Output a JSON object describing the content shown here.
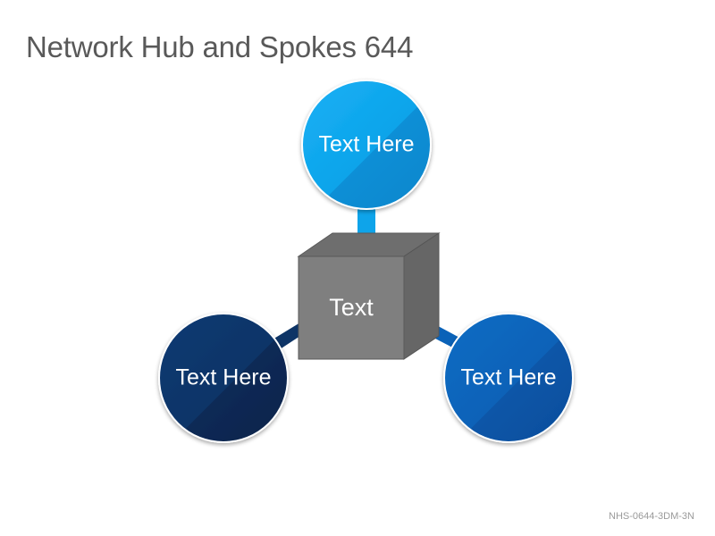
{
  "title": "Network Hub and Spokes 644",
  "hub": {
    "label": "Text",
    "colors": {
      "front": "#7f7f7f",
      "top": "#6e6e6e",
      "side": "#666666"
    }
  },
  "spokes": [
    {
      "label": "Text Here",
      "color": "#0ea4ea",
      "shade": "#0b8bd4"
    },
    {
      "label": "Text Here",
      "color": "#0d3466",
      "shade": "#0a2550"
    },
    {
      "label": "Text Here",
      "color": "#0a62b8",
      "shade": "#074f9e"
    }
  ],
  "code": "NHS-0644-3DM-3N"
}
